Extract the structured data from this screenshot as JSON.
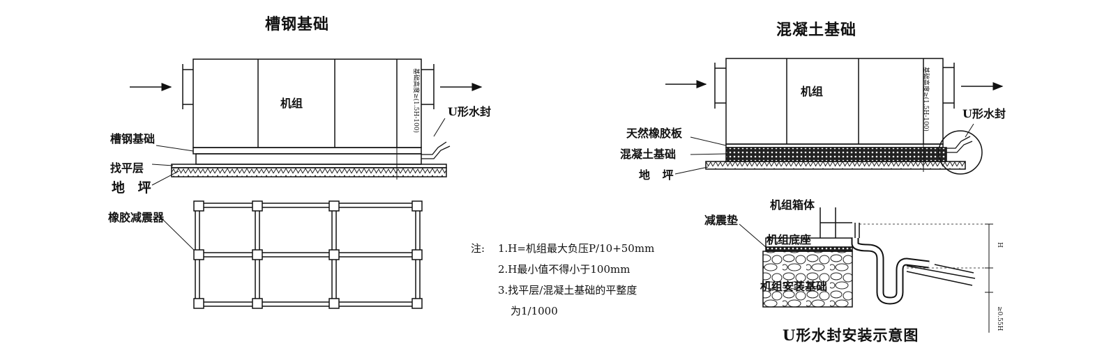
{
  "steel_base": {
    "title": "槽钢基础",
    "unit_label": "机组",
    "u_seal_label": "U形水封",
    "labels": {
      "steel_base": "槽钢基础",
      "leveling_layer": "找平层",
      "floor": "地 坪",
      "damper": "橡胶减震器"
    },
    "height_note": "基础高度≥(1.5H-100)"
  },
  "concrete_base": {
    "title": "混凝土基础",
    "unit_label": "机组",
    "u_seal_label": "U形水封",
    "labels": {
      "rubber_plate": "天然橡胶板",
      "concrete_base": "混凝土基础",
      "floor": "地 坪"
    },
    "height_note": "基础高度≥(1.5H-100)"
  },
  "notes": {
    "prefix": "注:",
    "lines": [
      "1.H=机组最大负压P/10+50mm",
      "2.H最小值不得小于100mm",
      "3.找平层/混凝土基础的平整度",
      "为1/1000"
    ]
  },
  "u_seal_detail": {
    "caption": "U形水封安装示意图",
    "labels": {
      "unit_box": "机组箱体",
      "damping_pad": "减震垫",
      "unit_base": "机组底座",
      "install_base": "机组安装基础"
    },
    "dim_h": "H",
    "dim_low": "≥0.55H"
  }
}
